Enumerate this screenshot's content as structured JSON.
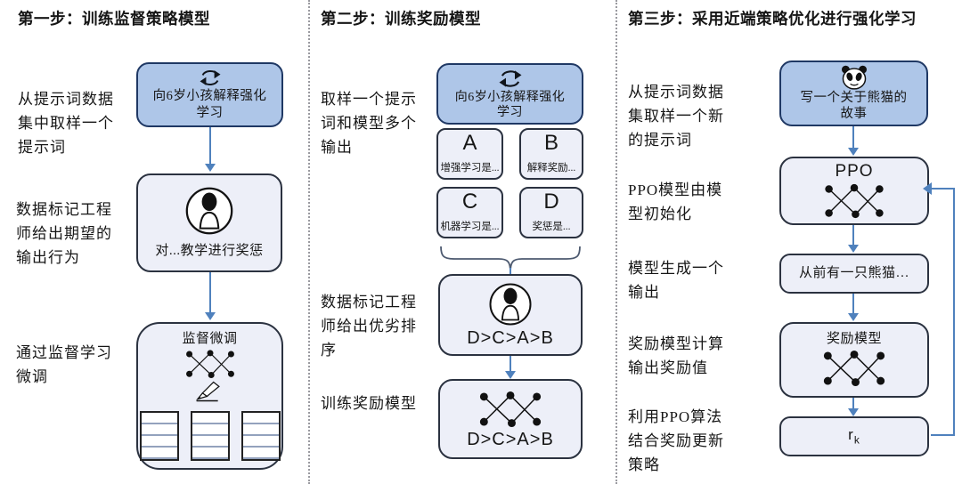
{
  "colors": {
    "box_blue": "#aec6e8",
    "box_light": "#edeff8",
    "border_dark": "#2b3240",
    "border_blue": "#1f3864",
    "arrow": "#4f81bd",
    "divider": "#9a9aa0",
    "ink": "#161616"
  },
  "step1": {
    "title": "第一步：训练监督策略模型",
    "label_sample": "从提示词数据\n集中取样一个\n提示词",
    "label_labeler": "数据标记工程\n师给出期望的\n输出行为",
    "label_finetune": "通过监督学习\n微调",
    "prompt_box": "向6岁小孩解释强化\n学习",
    "demo_box": "对...教学进行奖惩",
    "sft_box": "监督微调"
  },
  "step2": {
    "title": "第二步：训练奖励模型",
    "label_sample": "取样一个提示\n词和模型多个\n输出",
    "label_rank": "数据标记工程\n师给出优劣排\n序",
    "label_train": "训练奖励模型",
    "prompt_box": "向6岁小孩解释强化\n学习",
    "outputs": [
      {
        "letter": "A",
        "text": "增强学习是..."
      },
      {
        "letter": "B",
        "text": "解释奖励..."
      },
      {
        "letter": "C",
        "text": "机器学习是..."
      },
      {
        "letter": "D",
        "text": "奖惩是..."
      }
    ],
    "ranking": "D>C>A>B",
    "rm_ranking": "D>C>A>B"
  },
  "step3": {
    "title": "第三步：采用近端策略优化进行强化学习",
    "label_sample": "从提示词数据\n集取样一个新\n的提示词",
    "label_init": "PPO模型由模\n型初始化",
    "label_output": "模型生成一个\n输出",
    "label_reward": "奖励模型计算\n输出奖励值",
    "label_update": "利用PPO算法\n结合奖励更新\n策略",
    "prompt_box": "写一个关于熊猫的\n故事",
    "ppo_box": "PPO",
    "output_box": "从前有一只熊猫…",
    "reward_box": "奖励模型",
    "rk_base": "r",
    "rk_sub": "k"
  },
  "icons": {
    "cycle": "cycle-icon",
    "labeler": "person-icon",
    "network": "neural-network-icon",
    "pencil": "pencil-icon",
    "table": "table-icon",
    "panda": "panda-icon",
    "brace": "gather-brace"
  }
}
